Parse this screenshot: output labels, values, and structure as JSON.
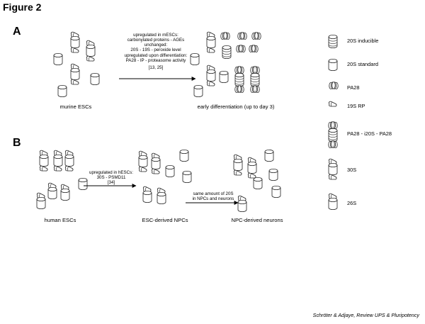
{
  "figure_title": "Figure 2",
  "panel_a": {
    "label": "A",
    "arrow_text": [
      "upregulated in mESCs:",
      "carbonylated proteins - AGEs",
      "unchanged:",
      "20S - 19S - peroxide level",
      "upregulated upon differentiation:",
      "PA28 - IP - proteasome activity",
      "[13, 25]"
    ],
    "left_caption": "murine ESCs",
    "right_caption": "early differentiation (up to day 3)"
  },
  "panel_b": {
    "label": "B",
    "arrow1_text": [
      "upregulated in hESCs:",
      "30S - PSMD11",
      "[34]"
    ],
    "arrow2_text": [
      "same amount of 20S",
      "in NPCs and neurons"
    ],
    "captions": [
      "human ESCs",
      "ESC-derived NPCs",
      "NPC-derived neurons"
    ]
  },
  "legend": [
    {
      "label": "20S inducible",
      "icon": "20s-inducible-icon"
    },
    {
      "label": "20S standard",
      "icon": "20s-standard-icon"
    },
    {
      "label": "PA28",
      "icon": "pa28-icon"
    },
    {
      "label": "19S RP",
      "icon": "19s-rp-icon"
    },
    {
      "label": "PA28 - i20S - PA28",
      "icon": "pa28-i20s-pa28-icon"
    },
    {
      "label": "30S",
      "icon": "30s-icon"
    },
    {
      "label": "26S",
      "icon": "26s-icon"
    }
  ],
  "credit": "Schröter & Adjaye, Review UPS & Pluripotency"
}
